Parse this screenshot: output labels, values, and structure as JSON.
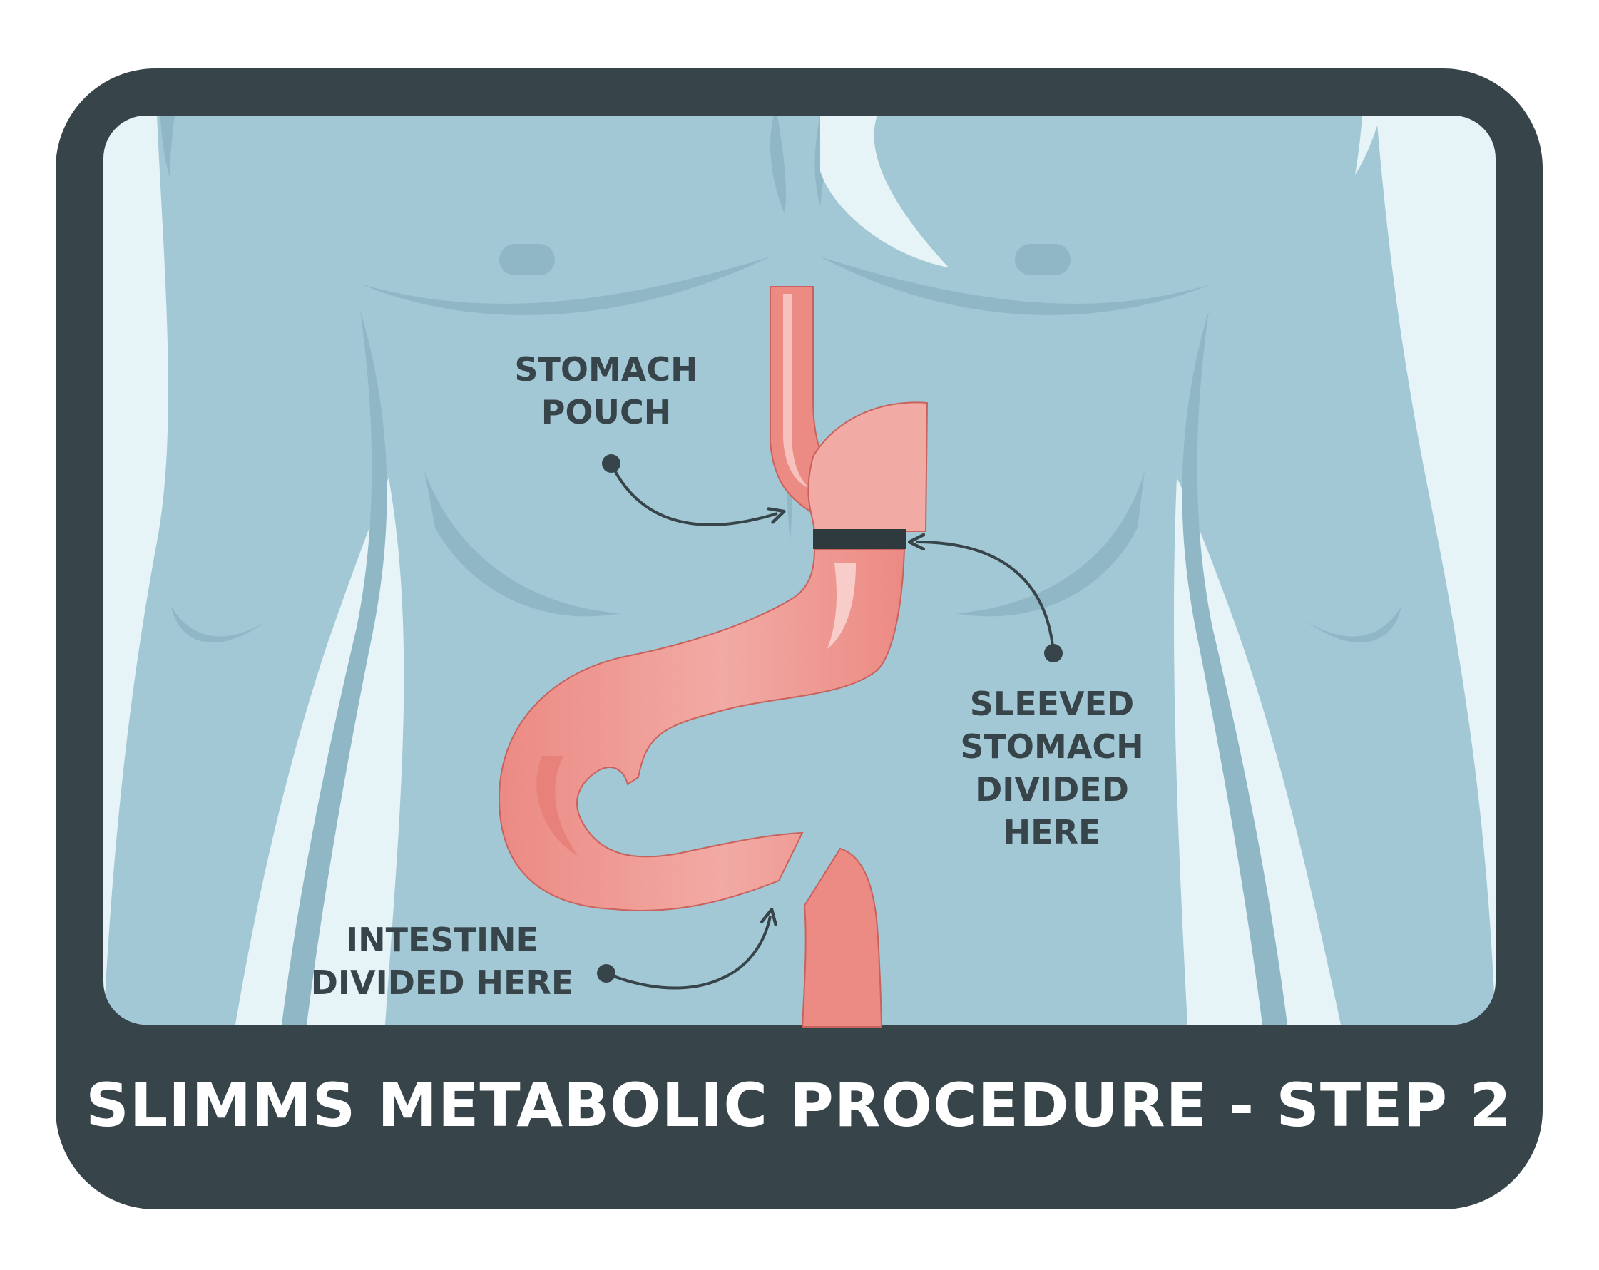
{
  "labels": {
    "stomach_pouch": [
      "STOMACH",
      "POUCH"
    ],
    "sleeved_stomach": [
      "SLEEVED",
      "STOMACH",
      "DIVIDED",
      "HERE"
    ],
    "intestine": [
      "INTESTINE",
      "DIVIDED HERE"
    ]
  },
  "footer": {
    "title": "SLIMMS METABOLIC PROCEDURE - STEP 2"
  },
  "colors": {
    "frame": "#37454b",
    "skin": "#a3c8d5",
    "skin_shadow": "#8fb7c6",
    "background": "#e6f3f7",
    "organ": "#ec8a84",
    "organ_light": "#f4b2ad",
    "band": "#2f3a3f",
    "text": "#37454b",
    "title_text": "#ffffff"
  }
}
